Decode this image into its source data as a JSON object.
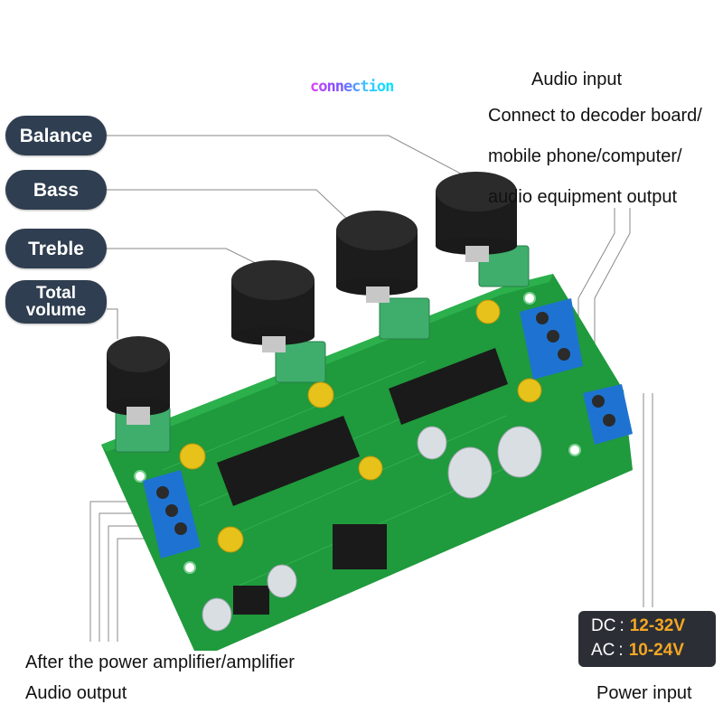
{
  "heading": "connection",
  "callouts": {
    "balance": "Balance",
    "bass": "Bass",
    "treble": "Treble",
    "total_volume_line1": "Total",
    "total_volume_line2": "volume"
  },
  "audio_input": {
    "title": "Audio input",
    "line1": "Connect to decoder board/",
    "line2": "mobile phone/computer/",
    "line3": "audio equipment output"
  },
  "audio_output": {
    "line1": "After the power amplifier/amplifier",
    "line2": "Audio output"
  },
  "power": {
    "label": "Power input",
    "dc_key": "DC",
    "dc_value": "12-32V",
    "ac_key": "AC",
    "ac_value": "10-24V"
  },
  "colors": {
    "pcb": "#1f9a3c",
    "callout_pill": "#2f3e50",
    "terminal_blue": "#1e73d2",
    "spec_value": "#f5a623"
  }
}
